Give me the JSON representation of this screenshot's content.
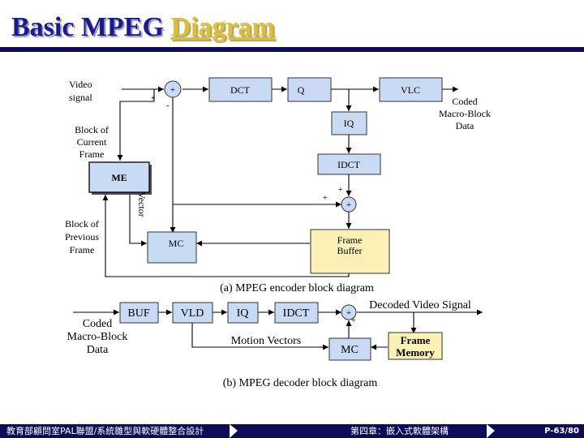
{
  "title": {
    "part1": "Basic MPEG ",
    "part2": "Diagram"
  },
  "encoder": {
    "input_label": [
      "Video",
      "signal"
    ],
    "boxes": {
      "dct": "DCT",
      "q": "Q",
      "vlc": "VLC",
      "iq": "IQ",
      "idct": "IDCT",
      "me": "ME",
      "mc": "MC",
      "frame_buffer": [
        "Frame",
        "Buffer"
      ]
    },
    "output_label": [
      "Coded",
      "Macro-Block",
      "Data"
    ],
    "current_frame_label": [
      "Block of",
      "Current",
      "Frame"
    ],
    "previous_frame_label": [
      "Block of",
      "Previous",
      "Frame"
    ],
    "vector_label": "Vector",
    "caption": "(a) MPEG encoder block diagram"
  },
  "decoder": {
    "boxes": {
      "buf": "BUF",
      "vld": "VLD",
      "iq": "IQ",
      "idct": "IDCT",
      "mc": "MC",
      "frame_memory": [
        "Frame",
        "Memory"
      ]
    },
    "input_label": [
      "Coded",
      "Macro-Block",
      "Data"
    ],
    "output_label": "Decoded Video Signal",
    "motion_vectors_label": "Motion Vectors",
    "caption": "(b) MPEG decoder block diagram"
  },
  "signs": {
    "plus": "+",
    "minus": "-"
  },
  "footer": {
    "left": "教育部顧問室PAL聯盟/系統雛型與軟硬體整合設計",
    "middle": "第四章：嵌入式軟體架構",
    "page": "P-63/80"
  },
  "colors": {
    "box_fill": "#c9dbf4",
    "buffer_fill": "#fbf1b6",
    "title_blue": "#1b1b8f",
    "title_gold": "#d8c03a",
    "footer_bar": "#0c0c58"
  }
}
